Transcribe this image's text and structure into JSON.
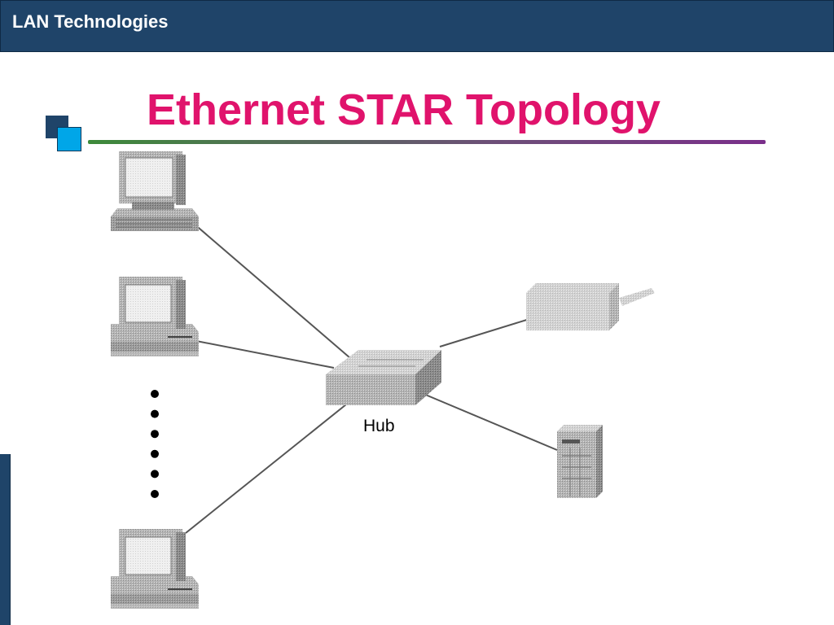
{
  "header": {
    "title": "LAN Technologies"
  },
  "slide": {
    "title": "Ethernet STAR Topology"
  },
  "diagram": {
    "hub_label": "Hub",
    "nodes": [
      {
        "id": "workstation-1",
        "type": "workstation"
      },
      {
        "id": "workstation-2",
        "type": "workstation"
      },
      {
        "id": "workstation-n",
        "type": "workstation"
      },
      {
        "id": "hub",
        "type": "hub"
      },
      {
        "id": "printer",
        "type": "printer"
      },
      {
        "id": "server",
        "type": "server"
      }
    ],
    "links": [
      {
        "from": "workstation-1",
        "to": "hub"
      },
      {
        "from": "workstation-2",
        "to": "hub"
      },
      {
        "from": "workstation-n",
        "to": "hub"
      },
      {
        "from": "hub",
        "to": "printer"
      },
      {
        "from": "hub",
        "to": "server"
      }
    ],
    "ellipsis_dots": 6
  },
  "colors": {
    "header_bg": "#1f4469",
    "title": "#e0136c",
    "accent_blue": "#00a6e8",
    "device_gray": "#a8a8a8"
  }
}
